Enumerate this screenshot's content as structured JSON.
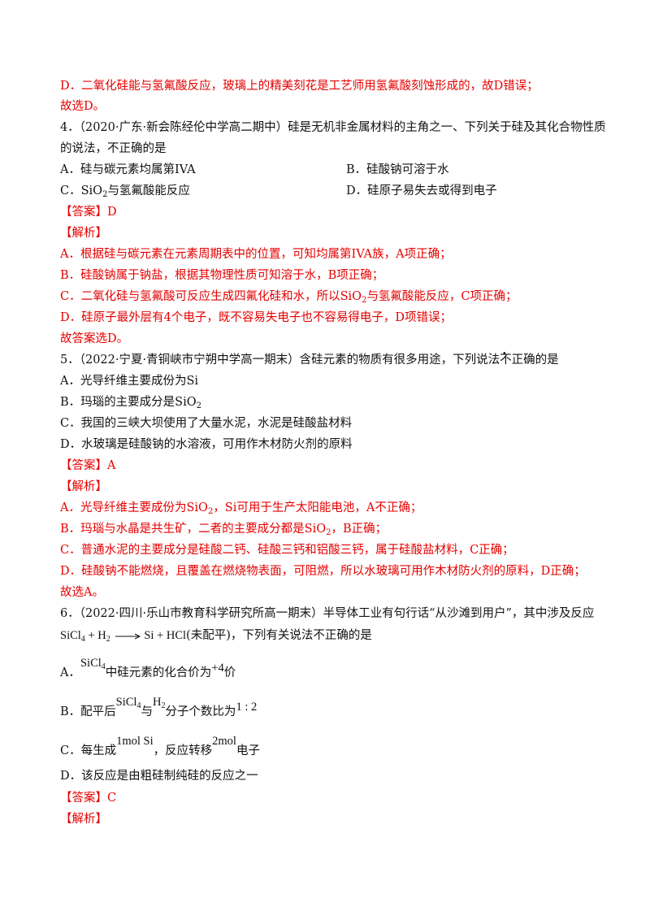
{
  "prev": {
    "d_line": "D．二氧化硅能与氢氟酸反应，玻璃上的精美刻花是工艺师用氢氟酸刻蚀形成的，故D错误；",
    "conclusion": "故选D。"
  },
  "q4": {
    "stem_line1": "4．（2020·广东·新会陈经伦中学高二期中）硅是无机非金属材料的主角之一、下列关于硅及其化合物性质",
    "stem_line2": "的说法，不正确的是",
    "opt_a": "A．硅与碳元素均属第IVA",
    "opt_b": "B．硅酸钠可溶于水",
    "opt_c_pre": "C．SiO",
    "opt_c_sub": "2",
    "opt_c_post": "与氢氟酸能反应",
    "opt_d": "D．硅原子易失去或得到电子",
    "answer": "【答案】D",
    "analysis_label": "【解析】",
    "analysis_a": "A．根据硅与碳元素在元素周期表中的位置，可知均属第IVA族，A项正确；",
    "analysis_b": "B．硅酸钠属于钠盐，根据其物理性质可知溶于水，B项正确；",
    "analysis_c_pre": "C．二氧化硅与氢氟酸可反应生成四氟化硅和水，所以SiO",
    "analysis_c_sub": "2",
    "analysis_c_post": "与氢氟酸能反应，C项正确；",
    "analysis_d": "D．硅原子最外层有4个电子，既不容易失电子也不容易得电子，D项错误；",
    "conclusion": "故答案选D。"
  },
  "q5": {
    "stem_pre": "5．（2022·宁夏·青铜峡市宁朔中学高一期末）含硅元素的物质有很多用途，下列说法",
    "stem_dot": "不",
    "stem_post": "正确的是",
    "opt_a": "A．光导纤维主要成份为Si",
    "opt_b_pre": "B．玛瑙的主要成分是SiO",
    "opt_b_sub": "2",
    "opt_c": "C．我国的三峡大坝使用了大量水泥，水泥是硅酸盐材料",
    "opt_d": "D．水玻璃是硅酸钠的水溶液，可用作木材防火剂的原料",
    "answer": "【答案】A",
    "analysis_label": "【解析】",
    "analysis_a_pre": "A．光导纤维主要成份为SiO",
    "analysis_a_sub": "2",
    "analysis_a_post": "，Si可用于生产太阳能电池，A不正确；",
    "analysis_b_pre": "B．玛瑙与水晶是共生矿，二者的主要成分都是SiO",
    "analysis_b_sub": "2",
    "analysis_b_post": "，B正确；",
    "analysis_c": "C．普通水泥的主要成分是硅酸二钙、硅酸三钙和铝酸三钙，属于硅酸盐材料，C正确；",
    "analysis_d": "D．硅酸钠不能燃烧，且覆盖在燃烧物表面，可阻燃，所以水玻璃可用作木材防火剂的原料，D正确；",
    "conclusion": "故选A。"
  },
  "q6": {
    "stem_line1": "6．（2022·四川·乐山市教育科学研究所高一期末）半导体工业有句行话“从沙滩到用户”，其中涉及反应",
    "eq_left": "SiCl",
    "eq_left_sub": "4",
    "eq_plus": " + H",
    "eq_h_sub": "2",
    "eq_right": "Si + HCl",
    "eq_note": "(未配平)，下列有关说法不正确的是",
    "opt_a_label": "A．",
    "opt_a_formula": "SiCl",
    "opt_a_formula_sub": "4",
    "opt_a_mid": "中硅元素的化合价为",
    "opt_a_val": "+4",
    "opt_a_end": "价",
    "opt_b_label": "B．配平后",
    "opt_b_f1": "SiCl",
    "opt_b_f1_sub": "4",
    "opt_b_mid": "与",
    "opt_b_f2": "H",
    "opt_b_f2_sub": "2",
    "opt_b_mid2": "分子个数比为",
    "opt_b_ratio": "1 : 2",
    "opt_c_label": "C．每生成",
    "opt_c_val1": "1mol Si",
    "opt_c_mid": "，反应转移",
    "opt_c_val2": "2mol",
    "opt_c_end": "电子",
    "opt_d": "D．该反应是由粗硅制纯硅的反应之一",
    "answer": "【答案】C",
    "analysis_label": "【解析】"
  }
}
